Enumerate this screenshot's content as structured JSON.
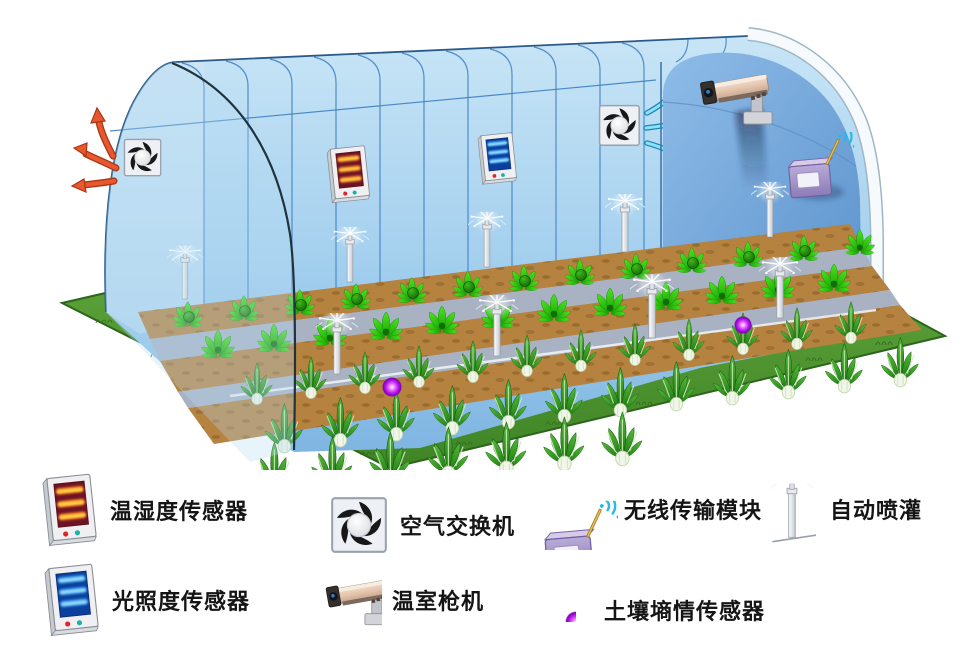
{
  "legend": {
    "items": [
      {
        "id": "temp-humidity-sensor",
        "label": "温湿度传感器"
      },
      {
        "id": "light-sensor",
        "label": "光照度传感器"
      },
      {
        "id": "air-exchanger",
        "label": "空气交换机"
      },
      {
        "id": "greenhouse-camera",
        "label": "温室枪机"
      },
      {
        "id": "wireless-module",
        "label": "无线传输模块"
      },
      {
        "id": "soil-moisture-sensor",
        "label": "土壤墒情传感器"
      },
      {
        "id": "auto-irrigation",
        "label": "自动喷灌"
      }
    ]
  },
  "scene": {
    "icons": [
      "exhaust-fan-icon",
      "temp-humidity-sensor-icon",
      "light-sensor-icon",
      "air-exchanger-fan-icon",
      "bullet-camera-icon",
      "wireless-module-icon",
      "sprinkler-icon",
      "soil-moisture-dot-icon"
    ],
    "colors": {
      "film_blue": "#9cc9ea",
      "end_wall_blue": "#6da3d8",
      "grass_green": "#5aa338",
      "soil_brown": "#b5823f",
      "path_gray": "#a9b2c3",
      "hot_arrow_red": "#e8582e",
      "air_arrow_cyan": "#8ce0fa",
      "wifi_cyan": "#28b8e8",
      "sensor_screen_red": "#701225",
      "sensor_screen_blue": "#0c3f9e",
      "module_purple": "#a393c8",
      "soil_sensor_purple": "#b81af0"
    }
  }
}
